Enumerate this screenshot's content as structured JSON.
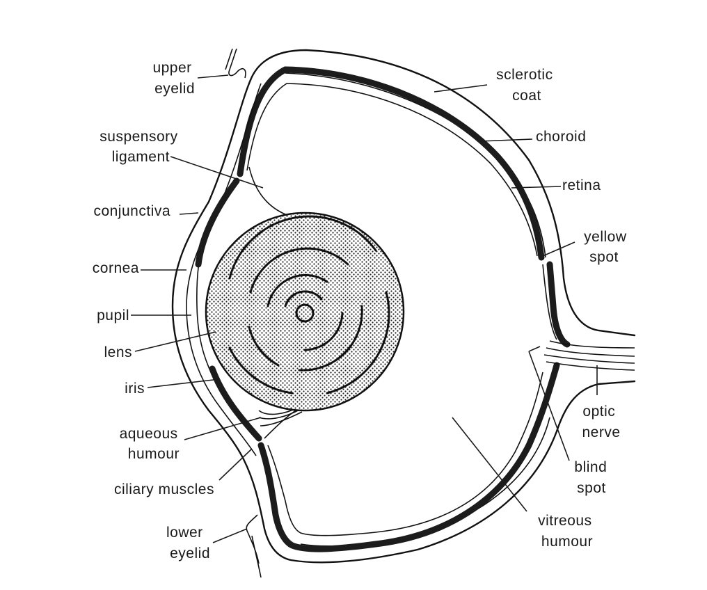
{
  "diagram": {
    "title": "Structure of the human eye",
    "labels": {
      "upper_eyelid": [
        "upper",
        "eyelid"
      ],
      "suspensory_ligament": [
        "suspensory",
        "ligament"
      ],
      "conjunctiva": [
        "conjunctiva"
      ],
      "cornea": [
        "cornea"
      ],
      "pupil": [
        "pupil"
      ],
      "lens": [
        "lens"
      ],
      "iris": [
        "iris"
      ],
      "aqueous_humour": [
        "aqueous",
        "humour"
      ],
      "ciliary_muscles": [
        "ciliary muscles"
      ],
      "lower_eyelid": [
        "lower",
        "eyelid"
      ],
      "sclerotic_coat": [
        "sclerotic",
        "coat"
      ],
      "choroid": [
        "choroid"
      ],
      "retina": [
        "retina"
      ],
      "yellow_spot": [
        "yellow",
        "spot"
      ],
      "optic_nerve": [
        "optic",
        "nerve"
      ],
      "blind_spot": [
        "blind",
        "spot"
      ],
      "vitreous_humour": [
        "vitreous",
        "humour"
      ]
    },
    "colors": {
      "ink": "#1a1a1a",
      "background": "#ffffff"
    }
  }
}
